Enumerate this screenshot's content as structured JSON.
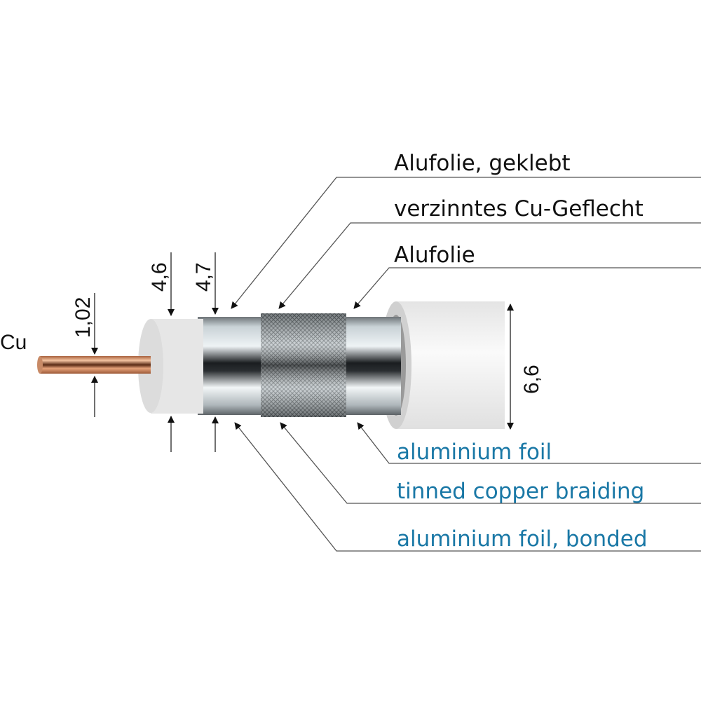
{
  "material_label": "Cu",
  "dimensions": {
    "conductor": "1,02",
    "dielectric": "4,6",
    "foil": "4,7",
    "outer": "6,6"
  },
  "labels_de": [
    "Alufolie, geklebt",
    "verzinntes Cu-Geflecht",
    "Alufolie"
  ],
  "labels_en": [
    "aluminium foil",
    "tinned copper braiding",
    "aluminium foil, bonded"
  ],
  "colors": {
    "english_text": "#1a78a6",
    "copper": "#d98c5f"
  }
}
